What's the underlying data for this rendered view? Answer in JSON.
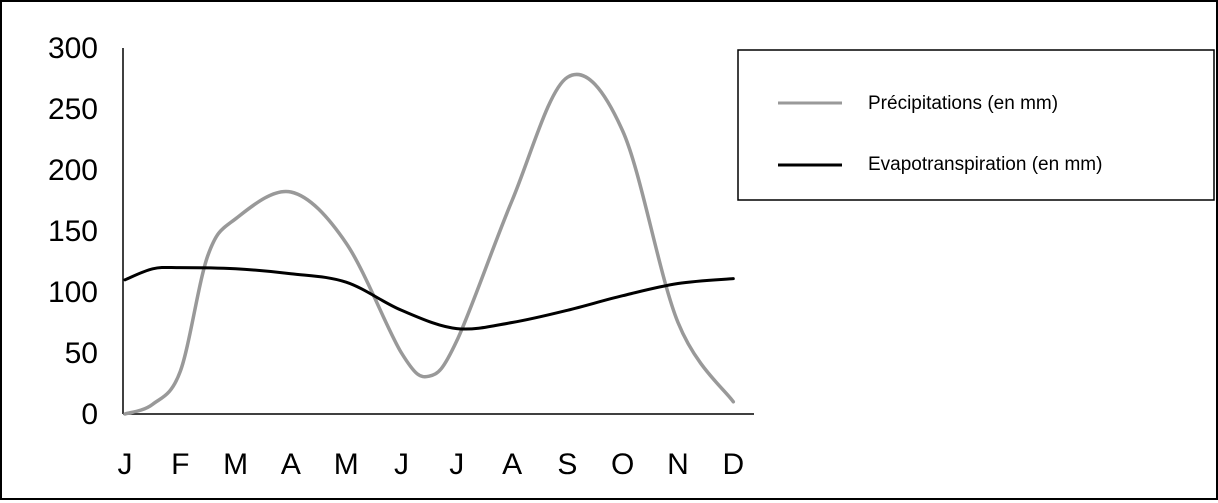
{
  "chart_data": {
    "type": "line",
    "title": "",
    "xlabel": "",
    "ylabel": "",
    "categories": [
      "J",
      "F",
      "M",
      "A",
      "M",
      "J",
      "J",
      "A",
      "S",
      "O",
      "N",
      "D"
    ],
    "x": [
      0,
      0.5,
      1,
      2,
      3,
      4,
      4.5,
      5,
      5.5,
      6,
      7,
      8,
      9,
      10,
      11
    ],
    "ylim": [
      0,
      300
    ],
    "yticks": [
      "0",
      "50",
      "100",
      "150",
      "200",
      "250",
      "300"
    ],
    "grid": false,
    "legend_position": "top-right",
    "series": [
      {
        "name": "Précipitations (en mm)",
        "color": "#999999",
        "x": [
          0,
          0.5,
          1,
          1.5,
          2,
          3,
          4,
          5,
          5.5,
          6,
          7,
          8,
          9,
          10,
          11
        ],
        "values": [
          0,
          8,
          35,
          130,
          160,
          182,
          140,
          50,
          31,
          60,
          175,
          276,
          232,
          75,
          10
        ]
      },
      {
        "name": "Evapotranspiration (en mm)",
        "color": "#000000",
        "x": [
          0,
          0.5,
          1,
          2,
          3,
          4,
          5,
          6,
          7,
          8,
          9,
          10,
          11
        ],
        "values": [
          110,
          119,
          120,
          119,
          115,
          108,
          85,
          70,
          75,
          85,
          97,
          107,
          111
        ]
      }
    ]
  }
}
